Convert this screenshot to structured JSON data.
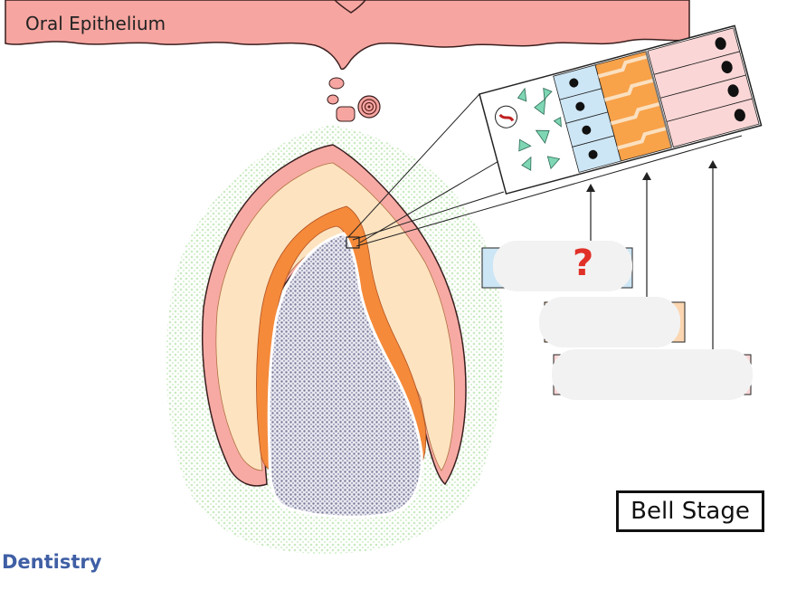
{
  "labels": {
    "oral_epithelium": "Oral Epithelium",
    "stage": "Bell Stage",
    "question_mark": "?",
    "brand": "Dentistry"
  },
  "colors": {
    "oral_epithelium": "#f6a5a0",
    "enamel_organ_outer": "#f7aaa4",
    "stellate_reticulum": "#fde3c0",
    "ameloblast_layer": "#f58a3a",
    "dental_papilla": "#a9a9c6",
    "dental_follicle": "#d8f0d2",
    "odontoblast_cell": "#cde6f5",
    "ameloblast_cell": "#f8a24a",
    "stratum_intermedium_cell": "#fbd6d6",
    "fibroblast": "#7fd6b4",
    "question_mark": "#e03028",
    "brand": "#3f5fa5"
  },
  "icons": {
    "enamel_pearl": "concentric-circle-icon",
    "nucleus": "cell-nucleus-icon"
  }
}
